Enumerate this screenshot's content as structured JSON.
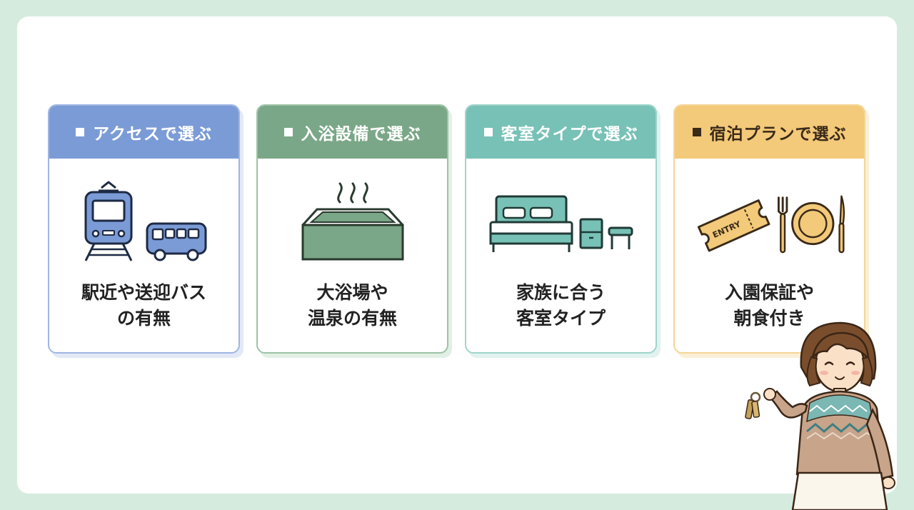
{
  "cards": [
    {
      "title": "アクセスで選ぶ",
      "desc_line1": "駅近や送迎バス",
      "desc_line2": "の有無",
      "icon": "train-and-bus-icon",
      "color": "#7b9bd6",
      "header_text_color": "#ffffff"
    },
    {
      "title": "入浴設備で選ぶ",
      "desc_line1": "大浴場や",
      "desc_line2": "温泉の有無",
      "icon": "hot-bath-icon",
      "color": "#7aa787",
      "header_text_color": "#ffffff"
    },
    {
      "title": "客室タイプで選ぶ",
      "desc_line1": "家族に合う",
      "desc_line2": "客室タイプ",
      "icon": "bed-and-furniture-icon",
      "color": "#78c1b6",
      "header_text_color": "#ffffff"
    },
    {
      "title": "宿泊プランで選ぶ",
      "desc_line1": "入園保証や",
      "desc_line2": "朝食付き",
      "icon": "ticket-and-meal-icon",
      "color": "#f3c97a",
      "header_text_color": "#3a2a18"
    }
  ],
  "ticket_text": "ENTRY",
  "character_icon": "woman-holding-keys-illustration"
}
